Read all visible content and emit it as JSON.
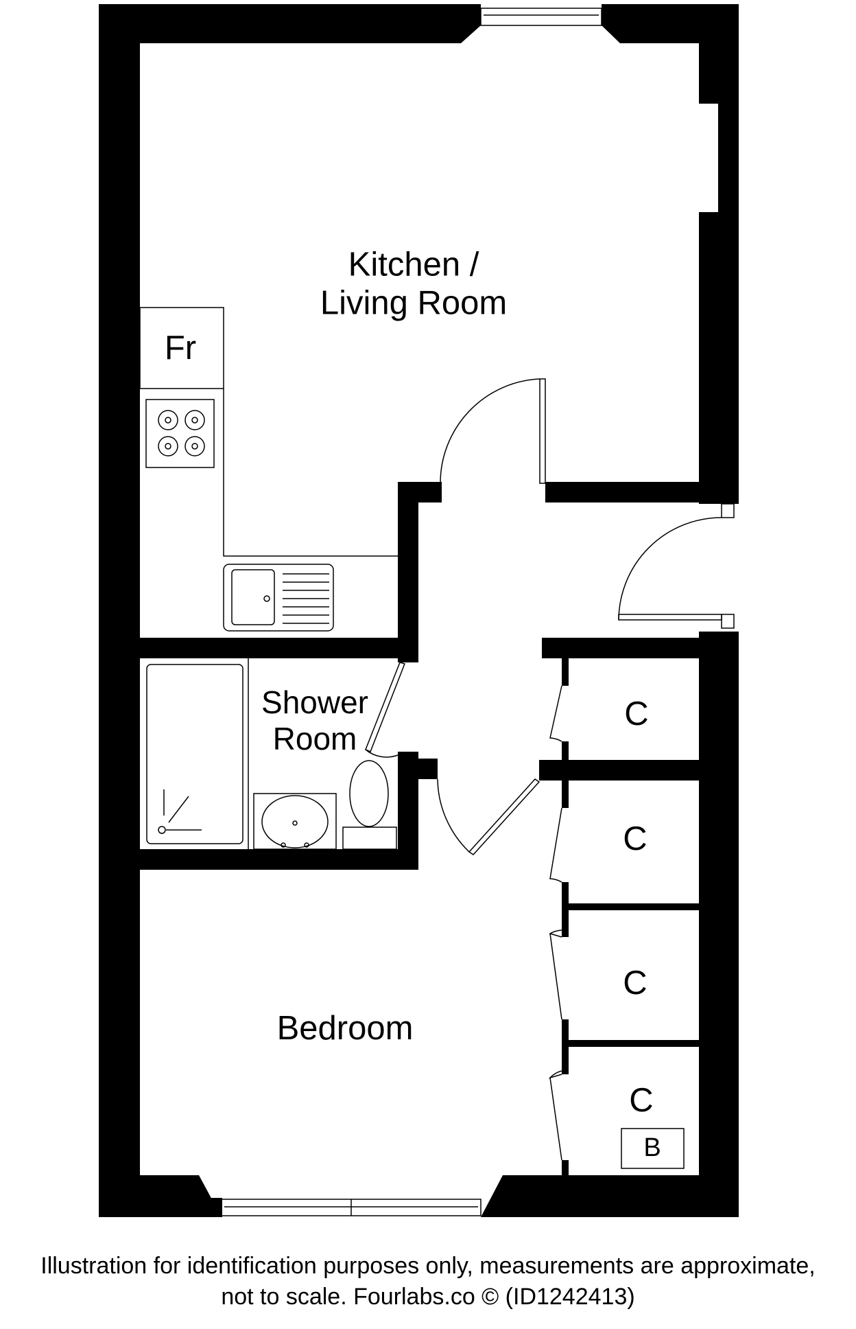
{
  "floorplan": {
    "rooms": [
      {
        "id": "kitchen",
        "label_line1": "Kitchen /",
        "label_line2": "Living Room"
      },
      {
        "id": "shower",
        "label_line1": "Shower",
        "label_line2": "Room"
      },
      {
        "id": "bedroom",
        "label": "Bedroom"
      }
    ],
    "fixtures": {
      "fridge": "Fr",
      "boiler": "B"
    },
    "cupboards": [
      "C",
      "C",
      "C",
      "C"
    ],
    "colors": {
      "wall": "#000000",
      "background": "#ffffff"
    }
  },
  "caption": {
    "line1": "Illustration for identification purposes only, measurements are approximate,",
    "line2": "not to scale. Fourlabs.co © (ID1242413)"
  }
}
